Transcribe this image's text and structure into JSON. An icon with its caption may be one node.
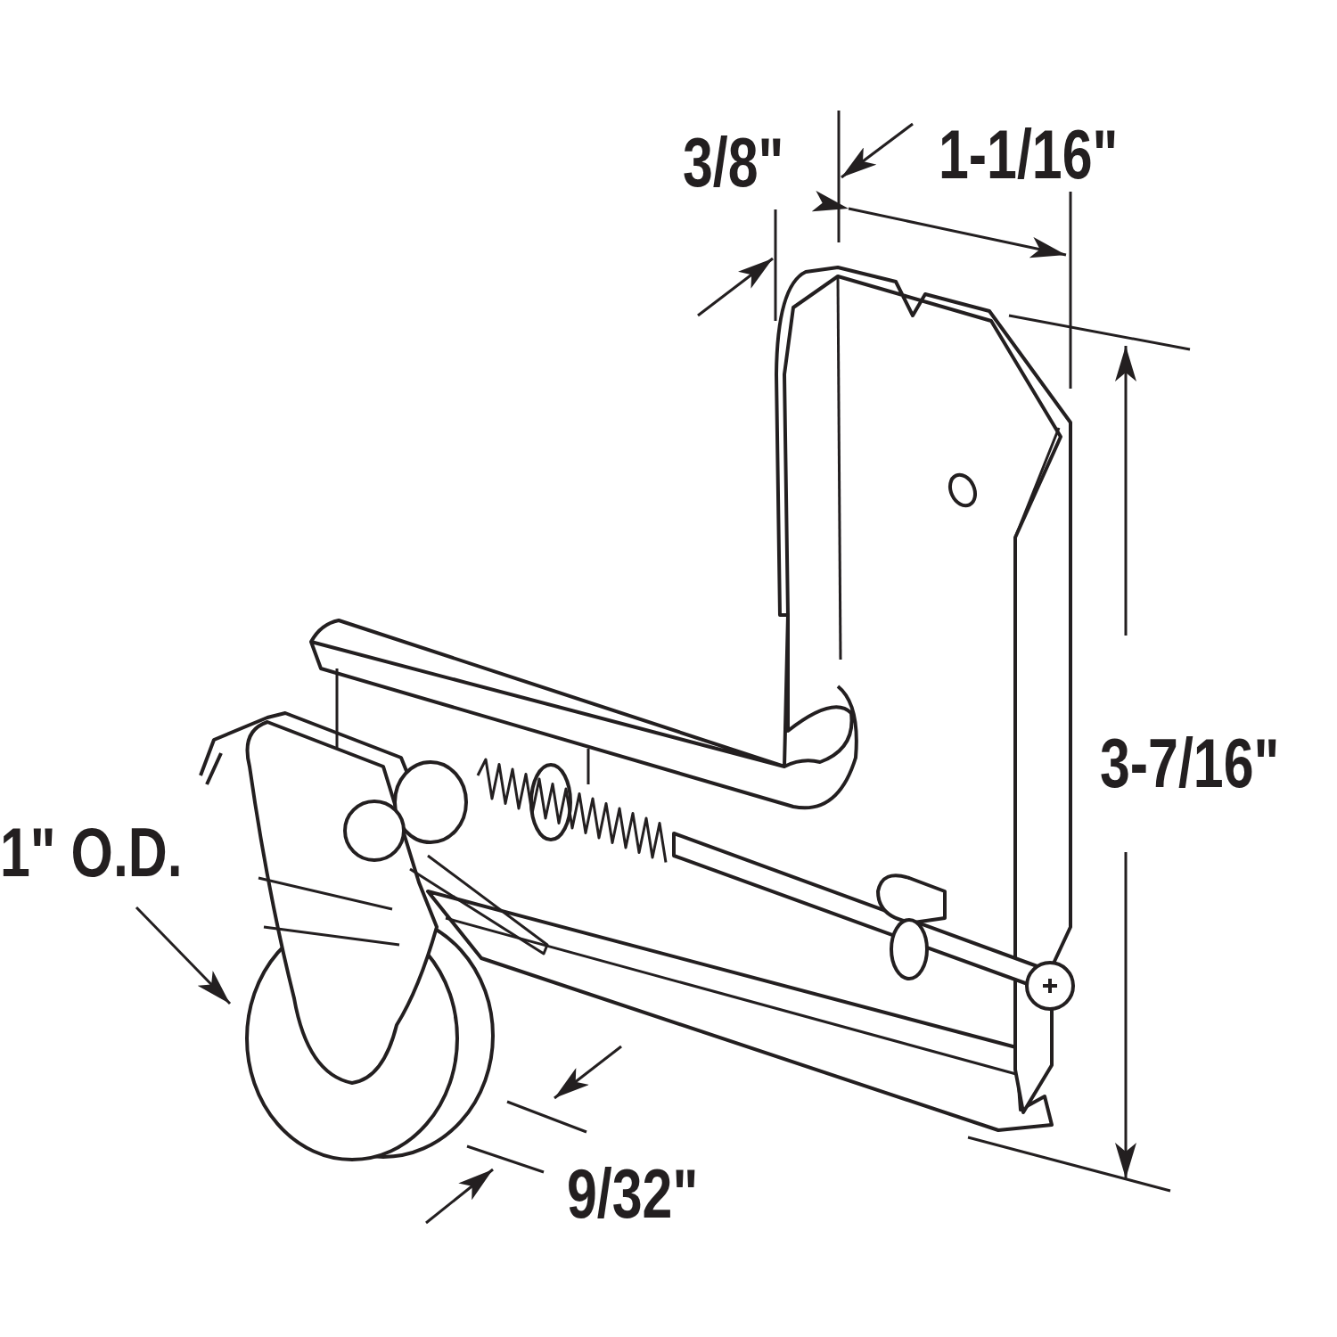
{
  "diagram": {
    "labels": [
      "3/8\"",
      "1-1/16\"",
      "3-7/16\"",
      "1\" O.D.",
      "9/32\""
    ]
  }
}
